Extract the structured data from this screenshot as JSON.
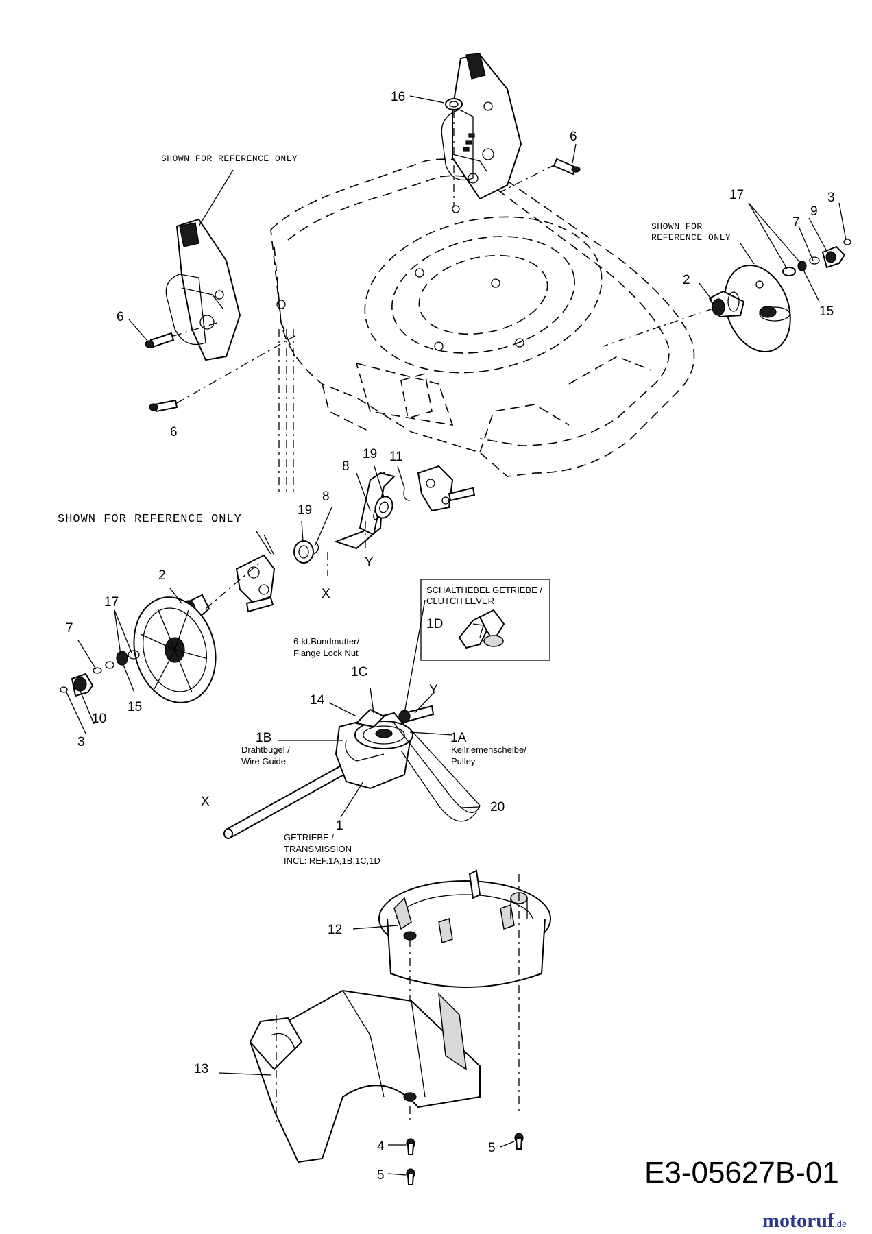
{
  "diagram_code": "E3-05627B-01",
  "watermark": {
    "text_a": "motoruf",
    "text_b": "",
    "suffix": ".de"
  },
  "notes": {
    "ref_top_left": "SHOWN FOR REFERENCE ONLY",
    "ref_right_1": "SHOWN FOR",
    "ref_right_2": "REFERENCE ONLY",
    "ref_middle": "SHOWN FOR REFERENCE ONLY",
    "clutch_lever_1": "SCHALTHEBEL GETRIEBE /",
    "clutch_lever_2": "CLUTCH LEVER",
    "flange_nut_1": "6-kt.Bundmutter/",
    "flange_nut_2": "Flange Lock Nut",
    "wire_guide_1": "Drahtbügel /",
    "wire_guide_2": "Wire Guide",
    "pulley_1": "Keilriemenscheibe/",
    "pulley_2": "Pulley",
    "transmission_1": "GETRIEBE /",
    "transmission_2": "TRANSMISSION",
    "transmission_3": "INCL: REF.1A,1B,1C,1D"
  },
  "callouts": {
    "p16": "16",
    "p6a": "6",
    "p6b": "6",
    "p6c": "6",
    "p17a": "17",
    "p3a": "3",
    "p9": "9",
    "p7a": "7",
    "p2a": "2",
    "p15a": "15",
    "p19a": "19",
    "p11": "11",
    "p8a": "8",
    "p8b": "8",
    "p19b": "19",
    "y1": "Y",
    "x1": "X",
    "p2b": "2",
    "p17b": "17",
    "p7b": "7",
    "p15b": "15",
    "p10": "10",
    "p3b": "3",
    "p1D": "1D",
    "p1C": "1C",
    "p14": "14",
    "y2": "Y",
    "p1B": "1B",
    "p1A": "1A",
    "x2": "X",
    "p20": "20",
    "p1": "1",
    "p12": "12",
    "p13": "13",
    "p4": "4",
    "p5a": "5",
    "p5b": "5"
  }
}
